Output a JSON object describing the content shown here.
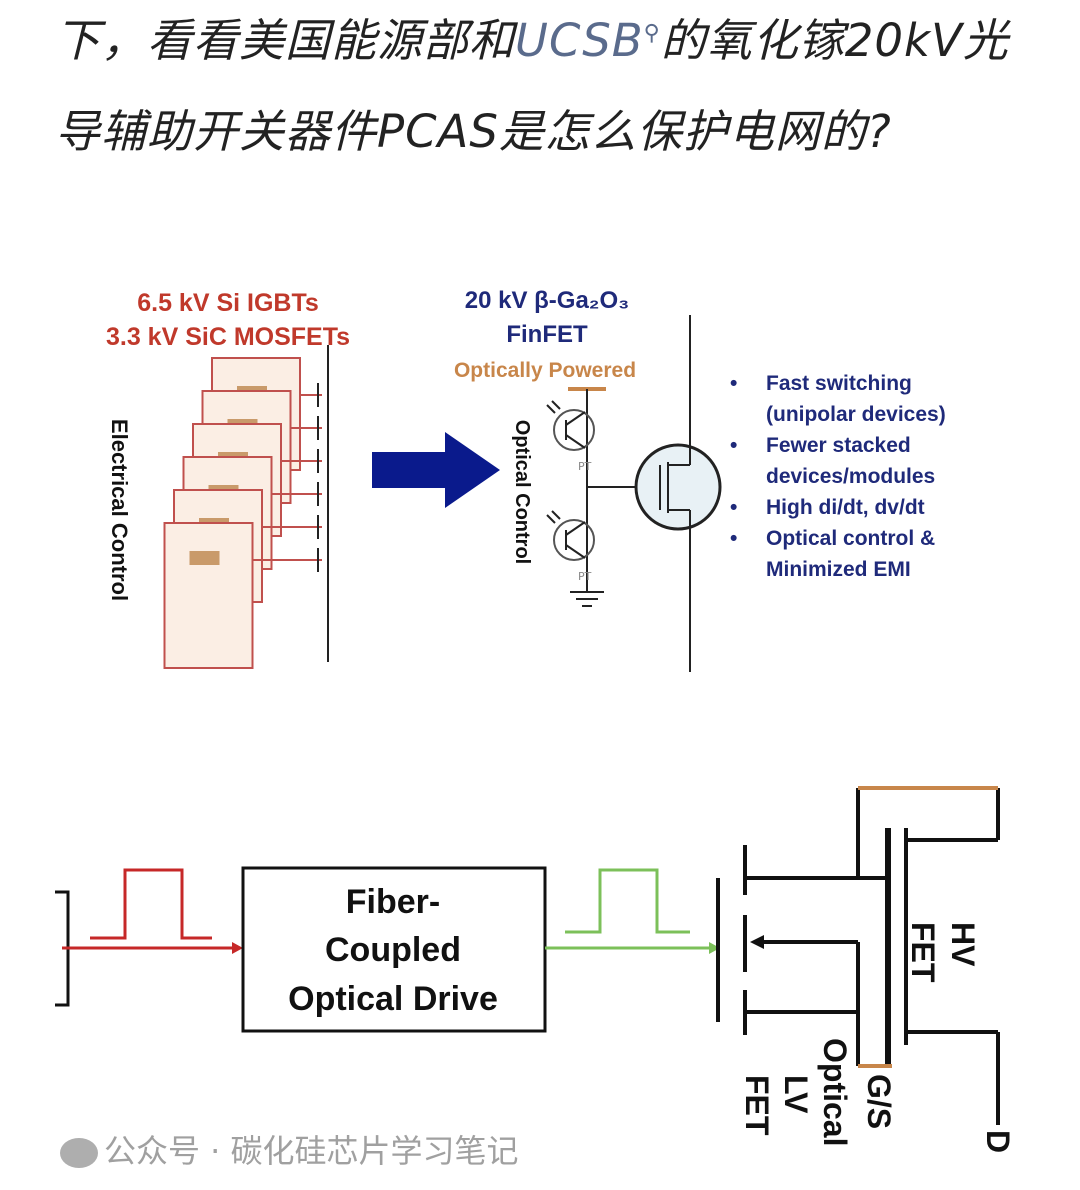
{
  "heading": {
    "before_link": "下，看看美国能源部和",
    "link": "UCSB",
    "search_icon": "search-icon",
    "after_link": "的氧化镓20kV光导辅助开关器件PCAS是怎么保护电网的?"
  },
  "figure1": {
    "left_title_line1": "6.5 kV Si IGBTs",
    "left_title_line2": "3.3 kV SiC MOSFETs",
    "left_side_label": "Electrical Control",
    "right_title_line1": "20 kV β-Ga₂O₃",
    "right_title_line2": "FinFET",
    "powered_label": "Optically Powered",
    "optical_label": "Optical Control",
    "pt_label_top": "PT",
    "pt_label_bottom": "PT",
    "bullet_lines": [
      "Fast switching",
      "(unipolar devices)",
      "Fewer stacked",
      "devices/modules",
      "High di/dt, dv/dt",
      "Optical control &",
      "Minimized EMI"
    ],
    "colors": {
      "red": "#c0392b",
      "navy": "#1f2a7a",
      "orange": "#c8864a"
    }
  },
  "figure2": {
    "box_line1": "Fiber-",
    "box_line2": "Coupled",
    "box_line3": "Optical Drive",
    "hv_label_line1": "HV",
    "hv_label_line2": "FET",
    "gs_label": "G/S",
    "lv_label_line1": "Optical",
    "lv_label_line2": "LV",
    "lv_label_line3": "FET",
    "d_label": "D",
    "colors": {
      "input_pulse": "#c62828",
      "output_pulse": "#7cc05a",
      "contact": "#c8864a"
    }
  },
  "watermark": "公众号 · 碳化硅芯片学习笔记"
}
